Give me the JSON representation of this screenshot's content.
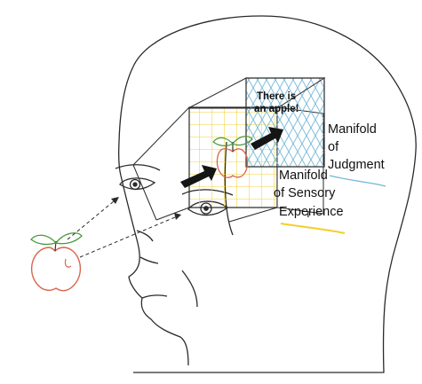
{
  "diagram": {
    "apple_caption": [
      "There is",
      "an apple!"
    ],
    "judgment_label": [
      "Manifold",
      "of",
      "Judgment"
    ],
    "sensory_label": [
      "Manifold",
      "of Sensory",
      "Experience"
    ],
    "icons": [
      "head-outline",
      "eye",
      "apple",
      "arrow"
    ],
    "colors": {
      "outline": "#2a2a2a",
      "sensory_grid": "#f2d23a",
      "judgment_hatch": "#6fb7d8",
      "apple_body": "#d9664a",
      "apple_leaf": "#4a9a3a",
      "sensory_underline": "#f1cf2a",
      "judgment_underline": "#6fb7d8",
      "arrow_fill": "#151515"
    }
  }
}
